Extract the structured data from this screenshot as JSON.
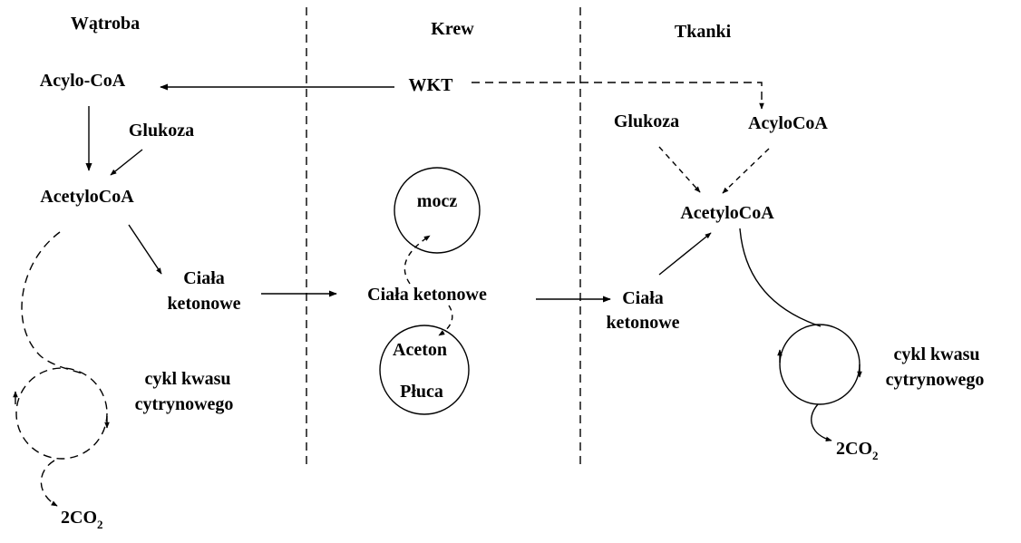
{
  "columns": {
    "liver": "Wątroba",
    "blood": "Krew",
    "tissues": "Tkanki"
  },
  "liver": {
    "acyl_coa": "Acylo-CoA",
    "glucose": "Glukoza",
    "acetyl_coa": "AcetyloCoA",
    "ketone_bodies_line1": "Ciała",
    "ketone_bodies_line2": "ketonowe",
    "krebs_line1": "cykl kwasu",
    "krebs_line2": "cytrynowego",
    "co2_prefix": "2CO",
    "co2_subscript": "2"
  },
  "blood": {
    "wkt": "WKT",
    "urine": "mocz",
    "ketone_bodies": "Ciała ketonowe",
    "acetone": "Aceton",
    "lungs": "Płuca"
  },
  "tissues": {
    "glucose": "Glukoza",
    "acyl_coa": "AcyloCoA",
    "acetyl_coa": "AcetyloCoA",
    "ketone_bodies_line1": "Ciała",
    "ketone_bodies_line2": "ketonowe",
    "krebs_line1": "cykl kwasu",
    "krebs_line2": "cytrynowego",
    "co2_prefix": "2CO",
    "co2_subscript": "2"
  },
  "colors": {
    "ink": "#000000",
    "background": "#ffffff"
  }
}
